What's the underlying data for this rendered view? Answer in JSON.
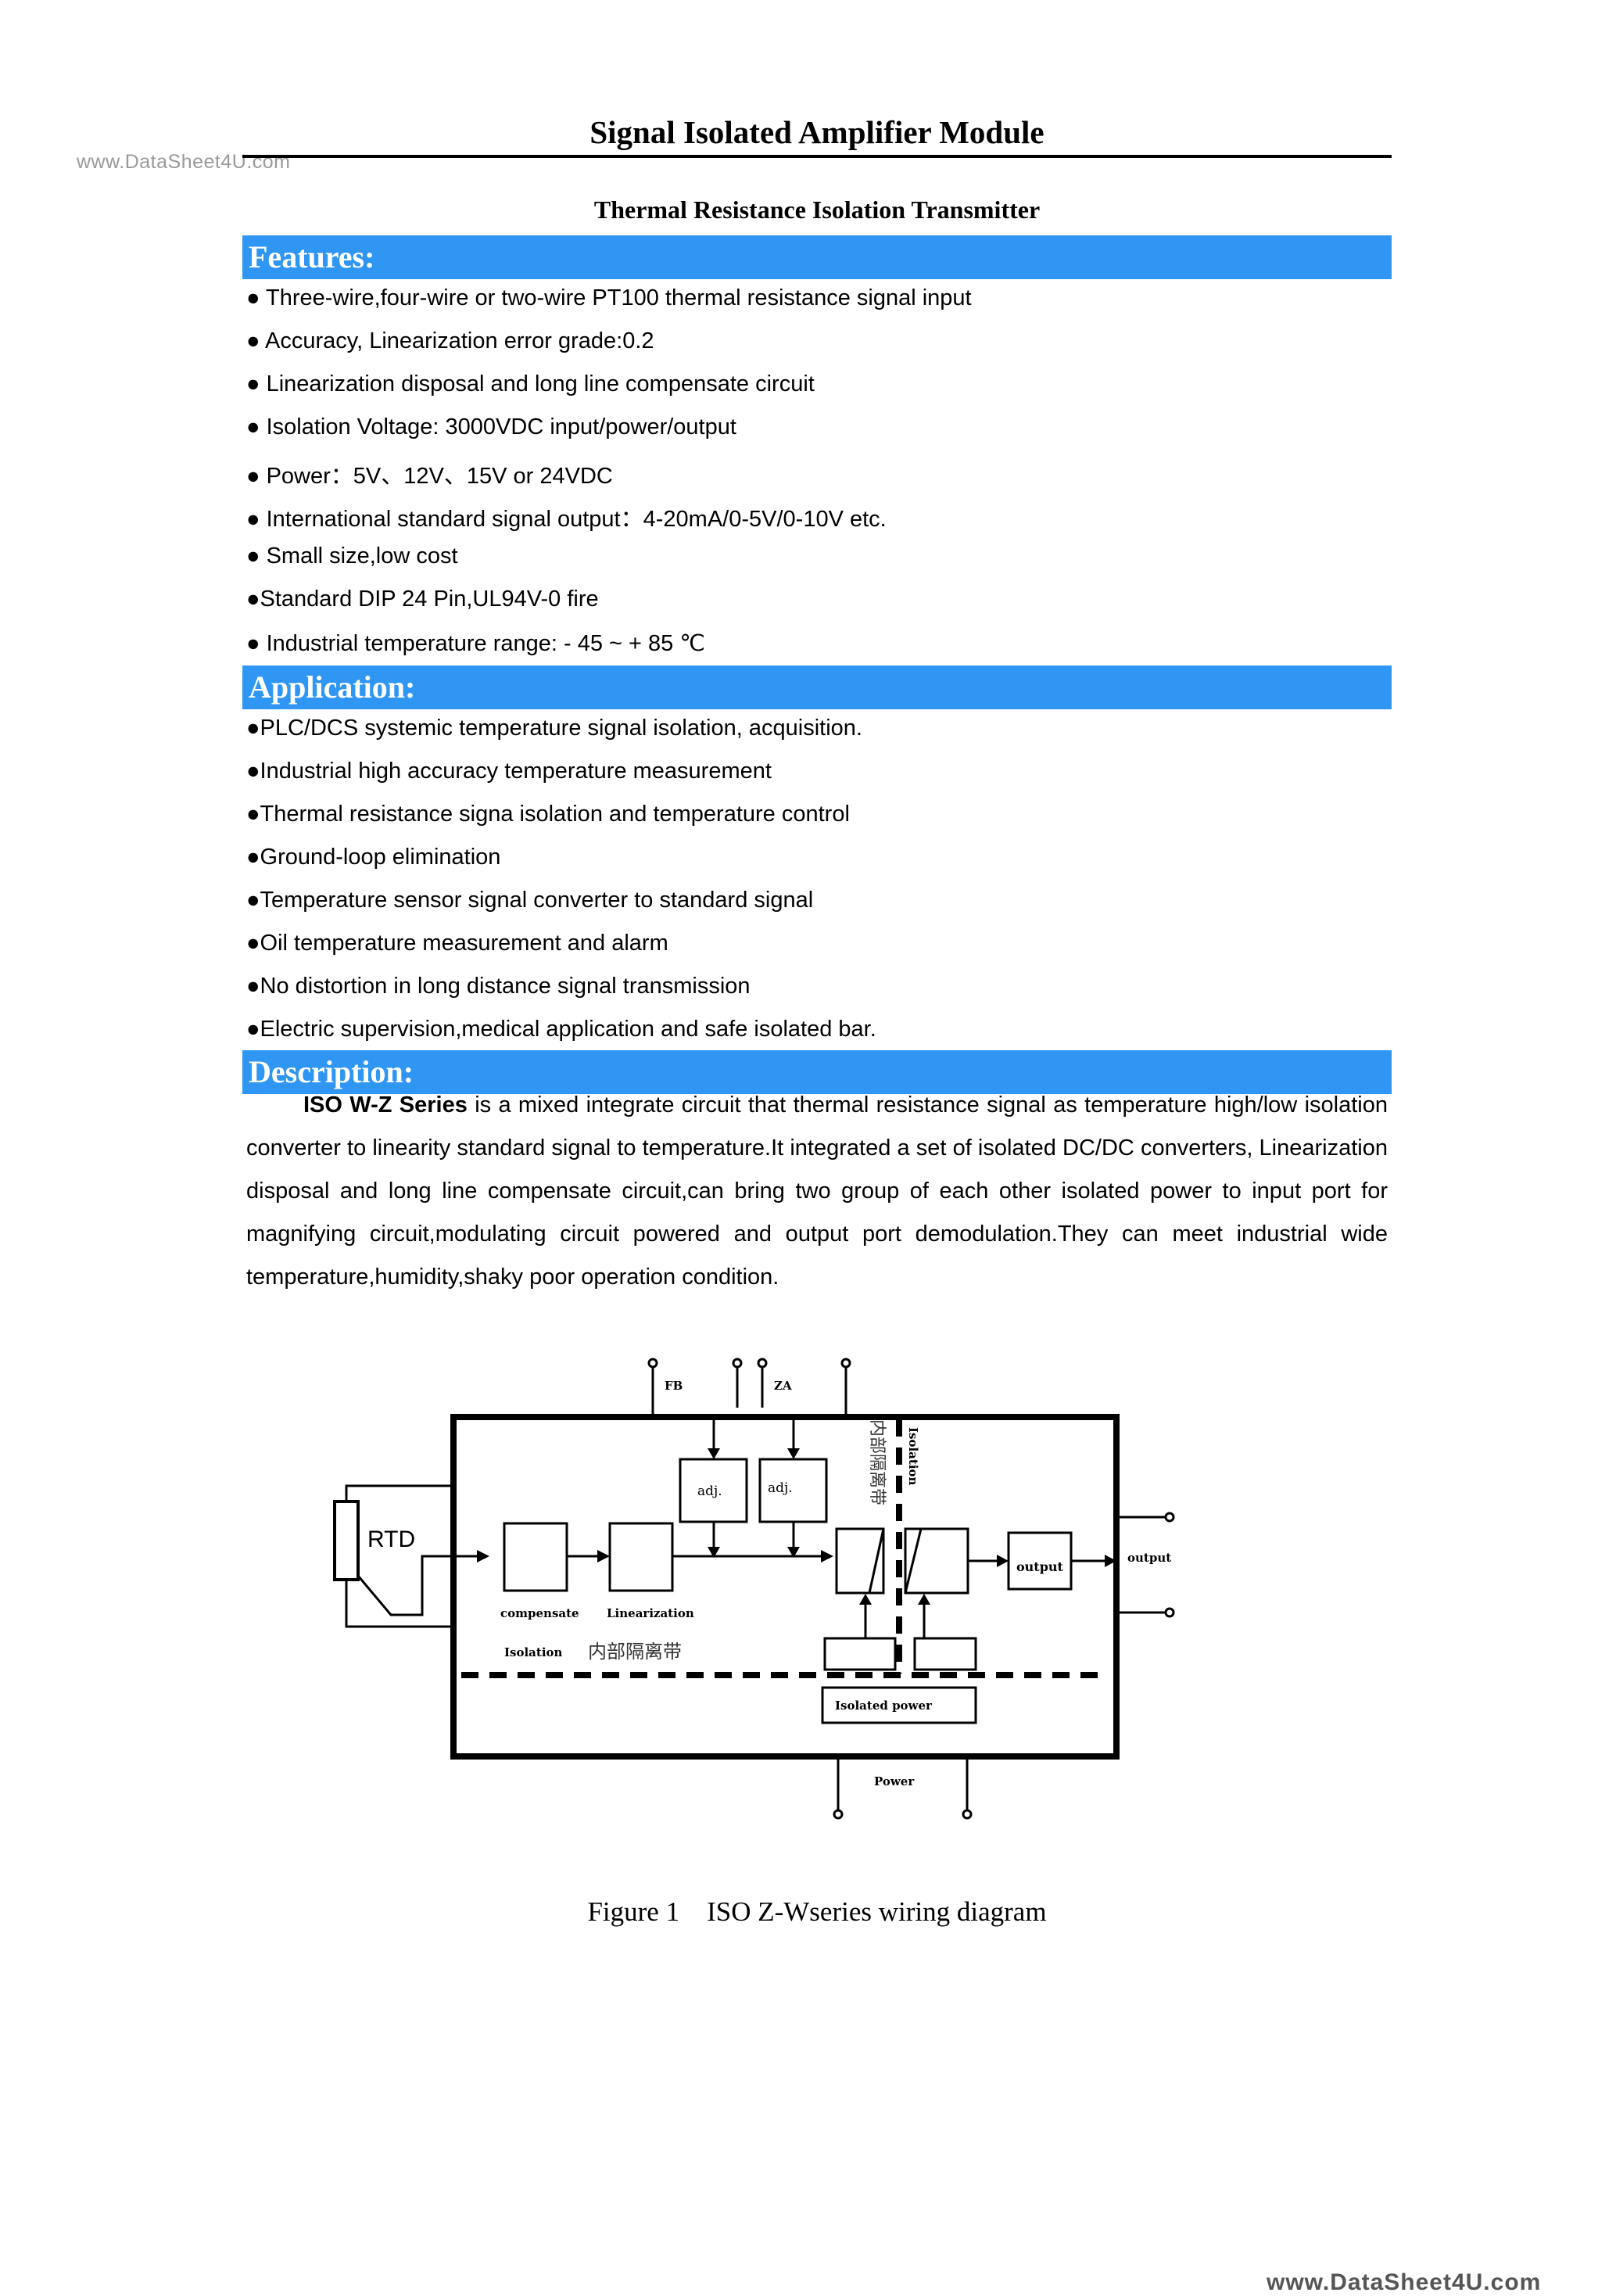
{
  "watermark": {
    "top": "www.DataSheet4U.com",
    "bottom": "www.DataSheet4U.com"
  },
  "header": {
    "title": "Signal Isolated Amplifier Module",
    "subtitle": "Thermal Resistance Isolation Transmitter"
  },
  "features": {
    "heading": "Features:",
    "items": [
      "● Three-wire,four-wire or two-wire PT100 thermal resistance signal input",
      "● Accuracy, Linearization error grade:0.2",
      "● Linearization disposal and long line compensate circuit",
      "● Isolation Voltage: 3000VDC input/power/output",
      "● Power：5V、12V、15V or 24VDC",
      "● International standard signal output：4-20mA/0-5V/0-10V etc.",
      "● Small size,low cost",
      "●Standard DIP 24 Pin,UL94V-0 fire",
      "● Industrial temperature range: - 45 ~ + 85 ℃"
    ]
  },
  "application": {
    "heading": "Application:",
    "items": [
      "●PLC/DCS systemic temperature signal isolation, acquisition.",
      "●Industrial high accuracy temperature measurement",
      "●Thermal resistance signa isolation and temperature control",
      "●Ground-loop elimination",
      "●Temperature sensor signal converter to standard signal",
      "●Oil temperature measurement and alarm",
      "●No distortion in long distance signal transmission",
      "●Electric supervision,medical application and safe isolated bar."
    ]
  },
  "description": {
    "heading": "Description:",
    "series_name": "ISO W-Z Series",
    "body": " is a mixed integrate circuit that thermal resistance signal as temperature high/low isolation converter to linearity standard signal to temperature.It integrated a set of isolated DC/DC converters, Linearization disposal and long line compensate circuit,can bring two group of each other isolated power to input port for magnifying circuit,modulating circuit powered and output port demodulation.They can meet industrial wide temperature,humidity,shaky poor operation condition."
  },
  "diagram": {
    "labels": {
      "fb": "FB",
      "za": "ZA",
      "adj1": "adj.",
      "adj2": "adj.",
      "rtd": "RTD",
      "compensate": "compensate",
      "linearization": "Linearization",
      "isolation_en_horizontal": "Isolation",
      "isolation_cn_horizontal": "内部隔离带",
      "isolation_en_vertical": "Isolation",
      "isolation_cn_vertical": "内部隔离带",
      "output_block": "output",
      "output_terminal": "output",
      "isolated_power": "Isolated power",
      "power": "Power"
    }
  },
  "caption": "Figure 1    ISO Z-Wseries wiring diagram"
}
